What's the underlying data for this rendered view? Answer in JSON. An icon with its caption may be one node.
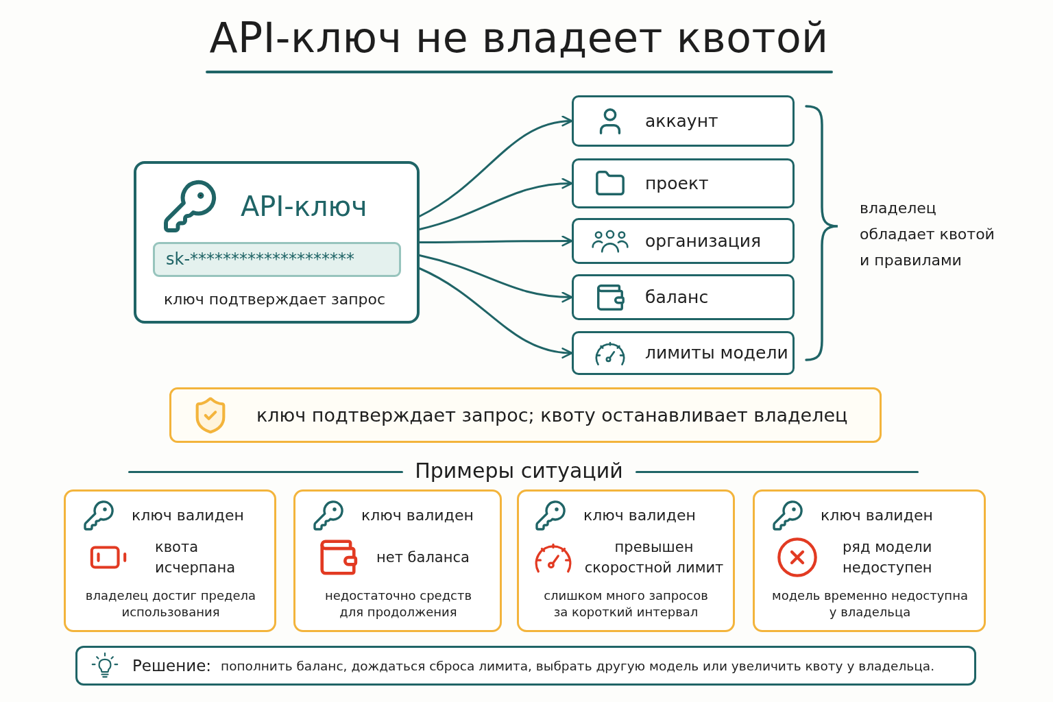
{
  "diagram": {
    "title": "API-ключ не владеет квотой",
    "nodes": [
      {
        "text": [
          "API-ключ",
          "ключ подтверждает запрос"
        ]
      },
      {
        "text": [
          "sk-********************"
        ],
        "in": 0
      },
      {
        "text": [
          "аккаунт"
        ]
      },
      {
        "text": [
          "проект"
        ]
      },
      {
        "text": [
          "организация"
        ]
      },
      {
        "text": [
          "баланс"
        ]
      },
      {
        "text": [
          "лимиты модели"
        ]
      },
      {
        "text": [
          "ключ подтверждает запрос; квоту останавливает владелец"
        ]
      },
      {
        "text": [
          "ключ валиден",
          "квота исчерпана",
          "владелец достиг предела использования"
        ]
      },
      {
        "text": [
          "ключ валиден",
          "нет баланса",
          "недостаточно средств для продолжения"
        ]
      },
      {
        "text": [
          "ключ валиден",
          "превышен скоростной лимит",
          "слишком много запросов за короткий интервал"
        ]
      },
      {
        "text": [
          "ключ валиден",
          "ряд модели недоступен",
          "модель временно недоступна у владельца"
        ]
      },
      {
        "text": [
          "Решение:",
          "пополнить баланс, дождаться сброса лимита, выбрать другую модель или увеличить квоту у владельца."
        ]
      }
    ],
    "edges": [
      {
        "from": 0,
        "to": 2,
        "arrow": "to"
      },
      {
        "from": 0,
        "to": 3,
        "arrow": "to"
      },
      {
        "from": 0,
        "to": 4,
        "arrow": "to"
      },
      {
        "from": 0,
        "to": 5,
        "arrow": "to"
      },
      {
        "from": 0,
        "to": 6,
        "arrow": "to"
      }
    ],
    "labels": [
      "владелец обладает квотой и правилами",
      "Примеры ситуаций"
    ]
  }
}
